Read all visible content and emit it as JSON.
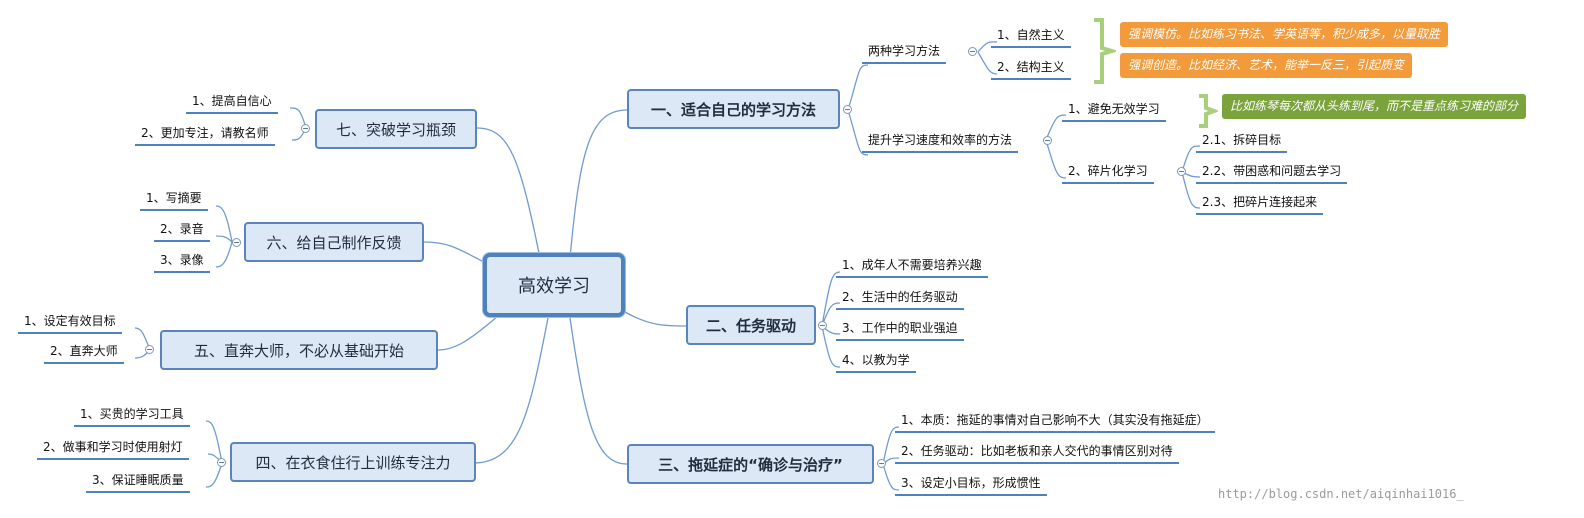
{
  "center": "高效学习",
  "branches": {
    "b1": {
      "title": "一、适合自己的学习方法",
      "sub1": {
        "label": "两种学习方法",
        "items": [
          "1、自然主义",
          "2、结构主义"
        ],
        "notes": [
          "强调模仿。比如练习书法、学英语等，积少成多，以量取胜",
          "强调创造。比如经济、艺术，能举一反三，引起质变"
        ]
      },
      "sub2": {
        "label": "提升学习速度和效率的方法",
        "avoid": "1、避免无效学习",
        "avoid_note": "比如练琴每次都从头练到尾，而不是重点练习难的部分",
        "frag": "2、碎片化学习",
        "frag_items": [
          "2.1、拆碎目标",
          "2.2、带困惑和问题去学习",
          "2.3、把碎片连接起来"
        ]
      }
    },
    "b2": {
      "title": "二、任务驱动",
      "items": [
        "1、成年人不需要培养兴趣",
        "2、生活中的任务驱动",
        "3、工作中的职业强迫",
        "4、以教为学"
      ]
    },
    "b3": {
      "title": "三、拖延症的“确诊与治疗”",
      "items": [
        "1、本质：拖延的事情对自己影响不大（其实没有拖延症）",
        "2、任务驱动：比如老板和亲人交代的事情区别对待",
        "3、设定小目标，形成惯性"
      ]
    },
    "b4": {
      "title": "四、在衣食住行上训练专注力",
      "items": [
        "1、买贵的学习工具",
        "2、做事和学习时使用射灯",
        "3、保证睡眠质量"
      ]
    },
    "b5": {
      "title": "五、直奔大师，不必从基础开始",
      "items": [
        "1、设定有效目标",
        "2、直奔大师"
      ]
    },
    "b6": {
      "title": "六、给自己制作反馈",
      "items": [
        "1、写摘要",
        "2、录音",
        "3、录像"
      ]
    },
    "b7": {
      "title": "七、突破学习瓶颈",
      "items": [
        "1、提高自信心",
        "2、更加专注，请教名师"
      ]
    }
  },
  "watermark": "http://blog.csdn.net/aiqinhai1016_",
  "colors": {
    "link": "#6f9bd0",
    "node_fill": "#dce8f5",
    "node_border": "#4f81bd",
    "orange": "#f39a3b",
    "green": "#7aa33c"
  }
}
